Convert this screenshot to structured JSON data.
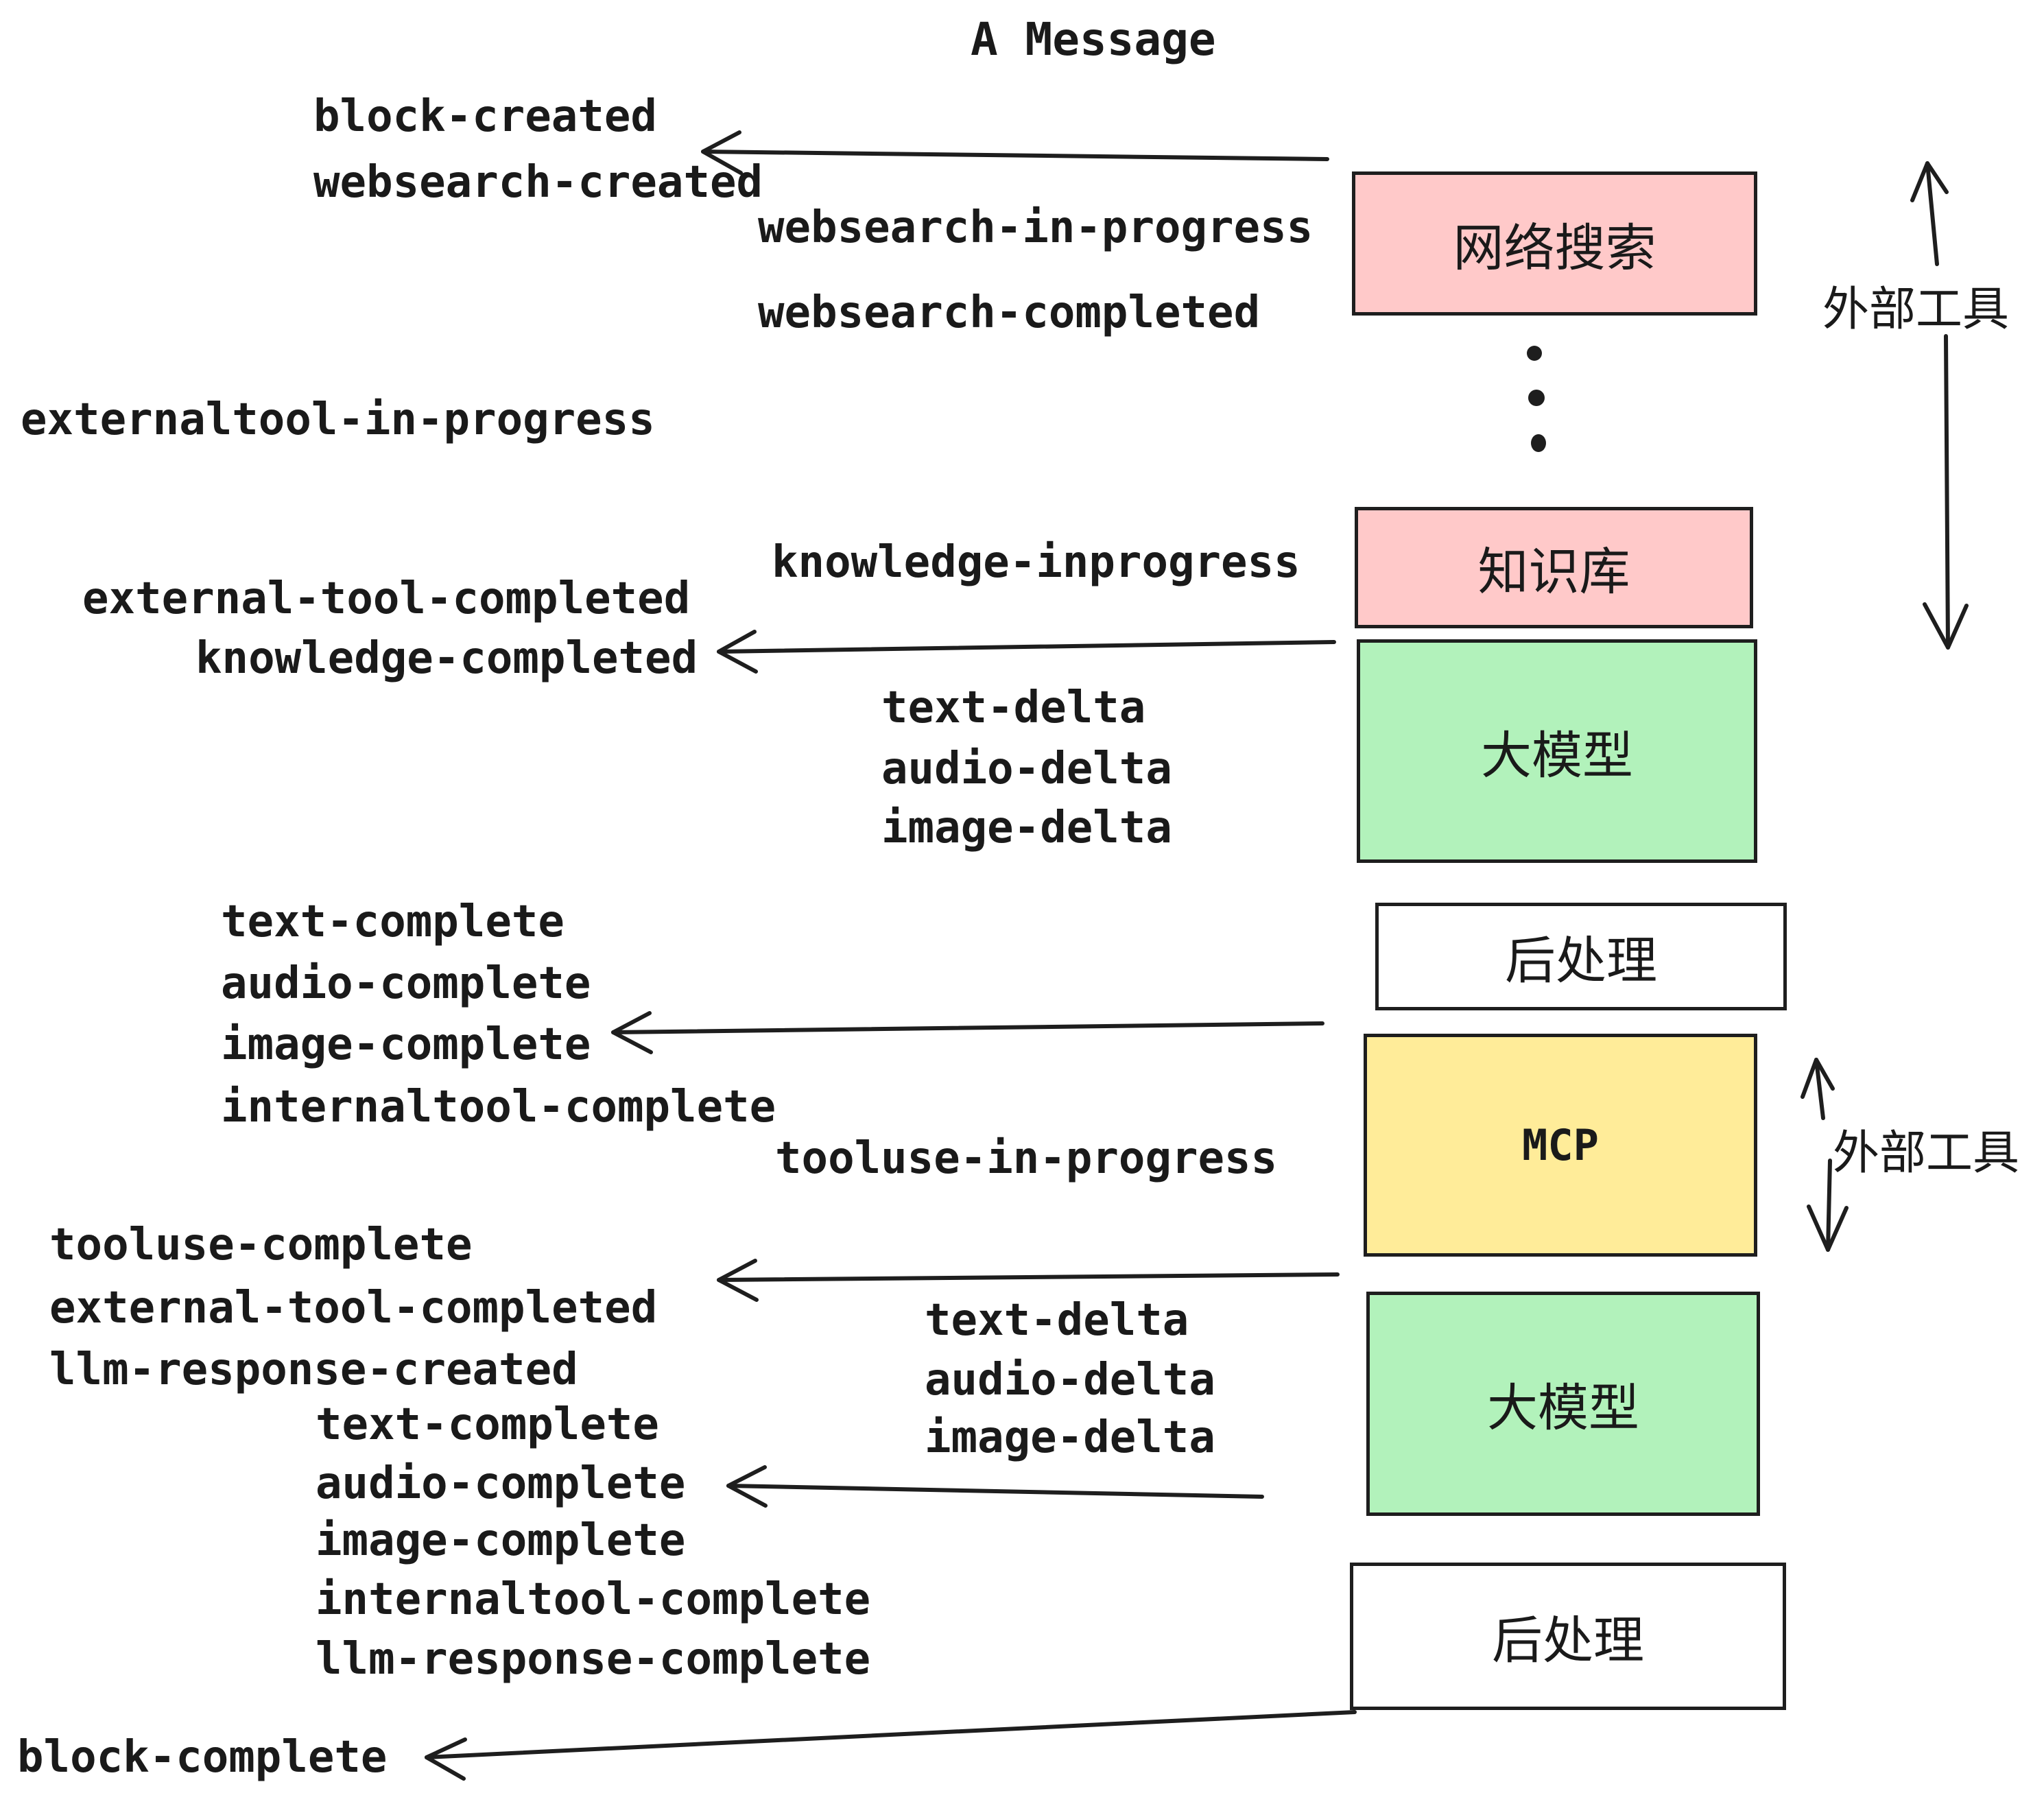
{
  "title": "A Message",
  "events": {
    "block_created": "block-created",
    "websearch_created": "websearch-created",
    "websearch_in_progress": "websearch-in-progress",
    "websearch_completed": "websearch-completed",
    "externaltool_in_progress": "externaltool-in-progress",
    "knowledge_inprogress": "knowledge-inprogress",
    "external_tool_completed_1": "external-tool-completed",
    "knowledge_completed": "knowledge-completed",
    "text_delta_1": "text-delta",
    "audio_delta_1": "audio-delta",
    "image_delta_1": "image-delta",
    "text_complete_1": "text-complete",
    "audio_complete_1": "audio-complete",
    "image_complete_1": "image-complete",
    "internaltool_complete_1": "internaltool-complete",
    "tooluse_in_progress": "tooluse-in-progress",
    "tooluse_complete": "tooluse-complete",
    "external_tool_completed_2": "external-tool-completed",
    "llm_response_created": "llm-response-created",
    "text_delta_2": "text-delta",
    "audio_delta_2": "audio-delta",
    "image_delta_2": "image-delta",
    "text_complete_2": "text-complete",
    "audio_complete_2": "audio-complete",
    "image_complete_2": "image-complete",
    "internaltool_complete_2": "internaltool-complete",
    "llm_response_complete": "llm-response-complete",
    "block_complete": "block-complete"
  },
  "boxes": [
    {
      "id": "websearch",
      "label": "网络搜索",
      "color_key": "box_pink"
    },
    {
      "id": "knowledge",
      "label": "知识库",
      "color_key": "box_pink"
    },
    {
      "id": "llm-1",
      "label": "大模型",
      "color_key": "box_green"
    },
    {
      "id": "post-1",
      "label": "后处理",
      "color_key": "box_white"
    },
    {
      "id": "mcp",
      "label": "MCP",
      "color_key": "box_yellow"
    },
    {
      "id": "llm-2",
      "label": "大模型",
      "color_key": "box_green"
    },
    {
      "id": "post-2",
      "label": "后处理",
      "color_key": "box_white"
    }
  ],
  "side_labels": {
    "external_tools_top": "外部工具",
    "external_tools_bottom": "外部工具"
  },
  "colors": {
    "box_pink": "#ffc9c9",
    "box_green": "#b2f2bb",
    "box_yellow": "#ffec99",
    "box_white": "#ffffff",
    "stroke": "#1e1e1e"
  }
}
